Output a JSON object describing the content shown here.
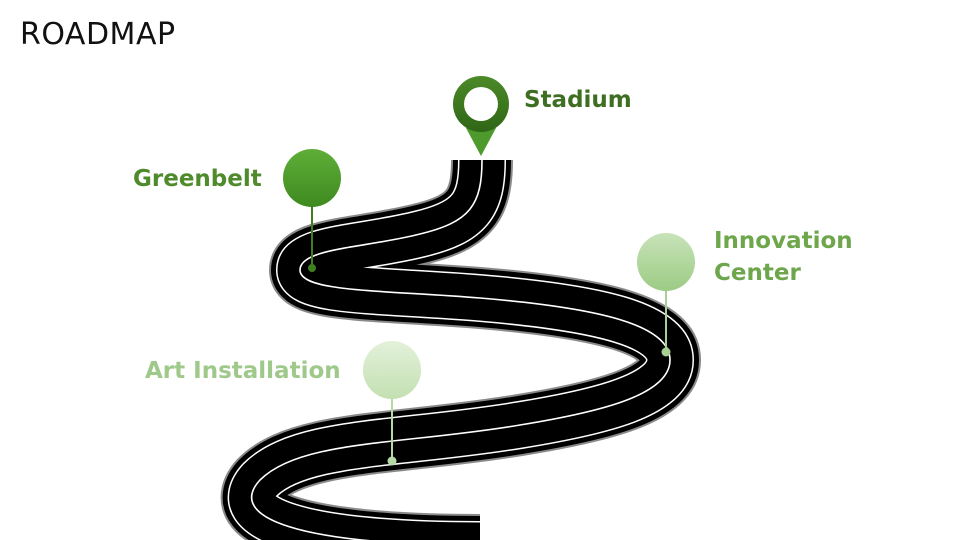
{
  "title": "ROADMAP",
  "milestones": [
    {
      "id": "stadium",
      "label": "Stadium",
      "marker": "map-pin-icon",
      "color": "#3a7a1f"
    },
    {
      "id": "greenbelt",
      "label": "Greenbelt",
      "marker": "circle-marker",
      "color": "#4a9a2a"
    },
    {
      "id": "innovation",
      "label_lines": [
        "Innovation",
        "Center"
      ],
      "marker": "circle-marker",
      "color": "#8cc474"
    },
    {
      "id": "art",
      "label": "Art Installation",
      "marker": "circle-marker",
      "color": "#c6e2b8"
    }
  ],
  "colors": {
    "road": "#000000",
    "road_lane": "#ffffff",
    "title": "#111111"
  }
}
